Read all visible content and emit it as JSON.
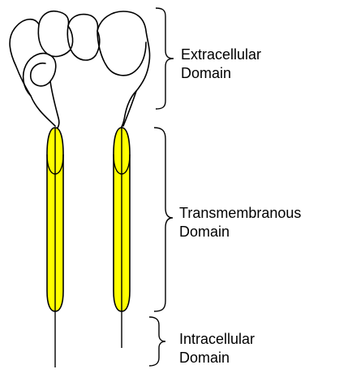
{
  "labels": {
    "extracellular": {
      "line1": "Extracellular",
      "line2": "Domain"
    },
    "transmembranous": {
      "line1": "Transmembranous",
      "line2": "Domain"
    },
    "intracellular": {
      "line1": "Intracellular",
      "line2": "Domain"
    }
  },
  "colors": {
    "outline": "#000000",
    "membrane_fill": "#ffff00",
    "background": "#ffffff"
  }
}
